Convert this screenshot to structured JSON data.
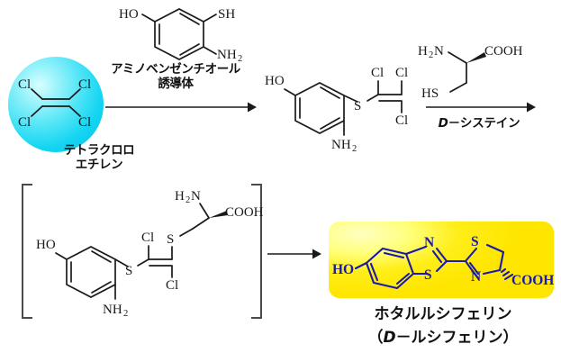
{
  "diagram": {
    "title_text_present": false,
    "reaction": {
      "step1": {
        "reactant_label": "テトラクロロ\nエチレン",
        "reagent_label": "アミノベンゼンチオール\n誘導体",
        "reagent_atoms": [
          "HO",
          "SH",
          "NH",
          "2"
        ],
        "reactant_atoms": [
          "Cl",
          "Cl",
          "Cl",
          "Cl"
        ]
      },
      "step2": {
        "product_atoms": [
          "HO",
          "Cl",
          "Cl",
          "S",
          "Cl",
          "NH",
          "2"
        ],
        "reagent_label": "D－システイン",
        "reagent_label_prefix": "D",
        "reagent_label_rest": "－システイン",
        "reagent_atoms": [
          "H",
          "2",
          "N",
          "COOH",
          "HS"
        ]
      },
      "step3": {
        "intermediate_atoms": [
          "H",
          "2",
          "N",
          "COOH",
          "HO",
          "Cl",
          "S",
          "S",
          "Cl",
          "NH",
          "2"
        ],
        "bracketed": true
      },
      "product": {
        "name_line1": "ホタルルシフェリン",
        "name_line2_prefix": "（",
        "name_line2_italic": "D",
        "name_line2_rest": "－ルシフェリン）",
        "atoms": [
          "HO",
          "N",
          "S",
          "S",
          "N",
          "COOH"
        ],
        "highlight_color": "#ffe600",
        "structure_color": "#1a1aa8"
      }
    },
    "colors": {
      "sphere_cyan": "#13d5f2",
      "highlight_yellow": "#ffe600",
      "structure_black": "#1a1a1a",
      "structure_blue": "#1a1aa8",
      "bracket_gray": "#4a4a4a"
    },
    "arrows": {
      "arrow1": "right-arrow",
      "arrow2": "right-arrow",
      "arrow3": "right-arrow"
    }
  }
}
